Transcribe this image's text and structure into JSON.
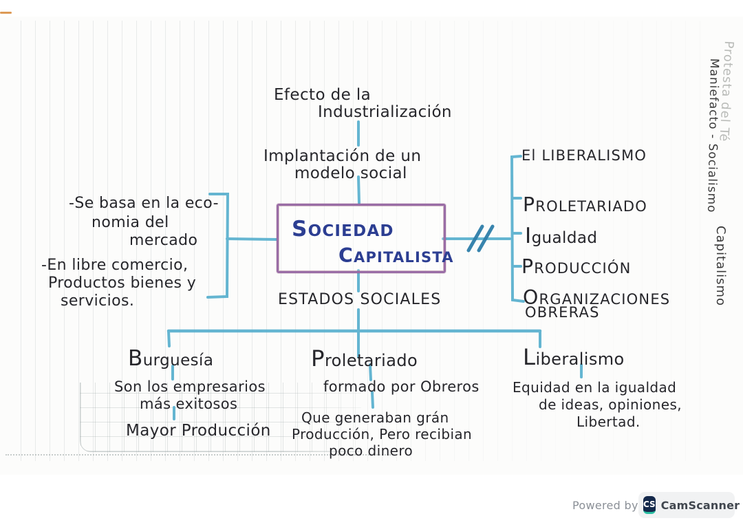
{
  "diagram": {
    "top": {
      "effect_line1": "Efecto de la",
      "effect_line2": "Industrialización",
      "implant_line1": "Implantación de un",
      "implant_line2": "modelo social"
    },
    "center": {
      "title_line1": "SOCIEDAD",
      "title_line2": "CAPITALISTA"
    },
    "left": {
      "note1_line1": "-Se basa en la eco-",
      "note1_line2": "nomia del",
      "note1_line3": "mercado",
      "note2_line1": "-En libre comercio,",
      "note2_line2": "Productos bienes y",
      "note2_line3": "servicios."
    },
    "right_list": {
      "item1": "El LIBERALISMO",
      "item2": "PROLETARIADO",
      "item3": "Igualdad",
      "item4": "PRODUCCIÓN",
      "item5_line1": "ORGANIZACIONES",
      "item5_line2": "OBRERAS"
    },
    "bottom": {
      "header": "ESTADOS SOCIALES",
      "col1": {
        "title": "Burguesía",
        "line1": "Son los empresarios",
        "line2": "más exitosos",
        "line3": "Mayor Producción"
      },
      "col2": {
        "title": "Proletariado",
        "line1": "formado por Obreros",
        "line2": "Que generaban grán",
        "line3": "Producción, Pero recibian",
        "line4": "poco dinero"
      },
      "col3": {
        "title": "Liberalismo",
        "line1": "Equidad en la igualdad",
        "line2": "de ideas, opiniones,",
        "line3": "Libertad."
      }
    },
    "margin_notes": {
      "note1": "Protesta del Té",
      "note2": "Maniefacto - Socialismo",
      "note3": "Capitalismo"
    }
  },
  "footer": {
    "powered_by": "Powered by",
    "logo_initials": "CS",
    "brand": "CamScanner"
  },
  "colors": {
    "connector_blue": "#54aecd",
    "slash_blue": "#2e7ea9",
    "box_purple": "#9a6da6",
    "title_navy": "#2c3e92",
    "ink": "#26262b",
    "margin_light": "#b9bbb8",
    "orange_dash": "#dd9a55"
  }
}
